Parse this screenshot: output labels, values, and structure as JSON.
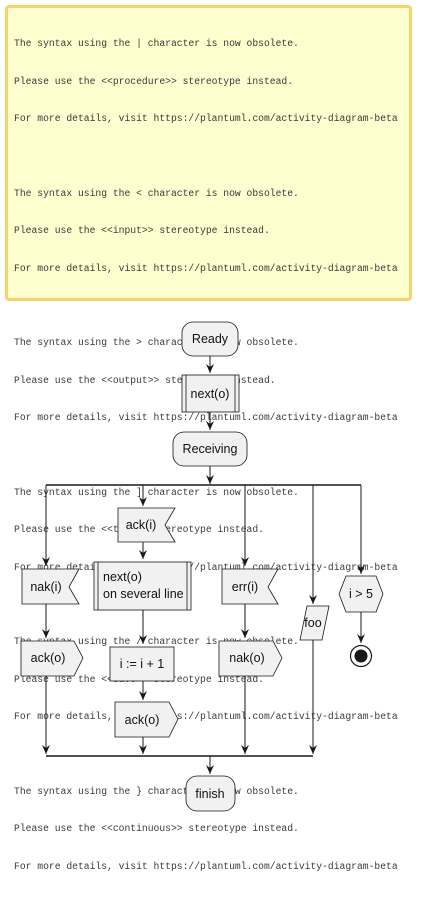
{
  "note": {
    "paragraphs": [
      [
        "The syntax using the | character is now obsolete.",
        "Please use the <<procedure>> stereotype instead.",
        "For more details, visit https://plantuml.com/activity-diagram-beta"
      ],
      [
        "The syntax using the < character is now obsolete.",
        "Please use the <<input>> stereotype instead.",
        "For more details, visit https://plantuml.com/activity-diagram-beta"
      ],
      [
        "The syntax using the > character is now obsolete.",
        "Please use the <<output>> stereotype instead.",
        "For more details, visit https://plantuml.com/activity-diagram-beta"
      ],
      [
        "The syntax using the ] character is now obsolete.",
        "Please use the <<task>> stereotype instead.",
        "For more details, visit https://plantuml.com/activity-diagram-beta"
      ],
      [
        "The syntax using the / character is now obsolete.",
        "Please use the <<save>> stereotype instead.",
        "For more details, visit https://plantuml.com/activity-diagram-beta"
      ],
      [
        "The syntax using the } character is now obsolete.",
        "Please use the <<continuous>> stereotype instead.",
        "For more details, visit https://plantuml.com/activity-diagram-beta"
      ]
    ]
  },
  "nodes": {
    "ready": "Ready",
    "next": "next(o)",
    "receiving": "Receiving",
    "ack_in": "ack(i)",
    "nak_in": "nak(i)",
    "ack_out_1": "ack(o)",
    "next_several_1": "next(o)",
    "next_several_2": "on several line",
    "assign": "i := i + 1",
    "ack_out_2": "ack(o)",
    "err_in": "err(i)",
    "nak_out": "nak(o)",
    "foo": "foo",
    "cond": "i > 5",
    "finish": "finish"
  },
  "colors": {
    "note_bg": "#fefece",
    "note_border": "#f8d26a",
    "node_fill": "#f1f1f1",
    "node_stroke": "#181818"
  }
}
